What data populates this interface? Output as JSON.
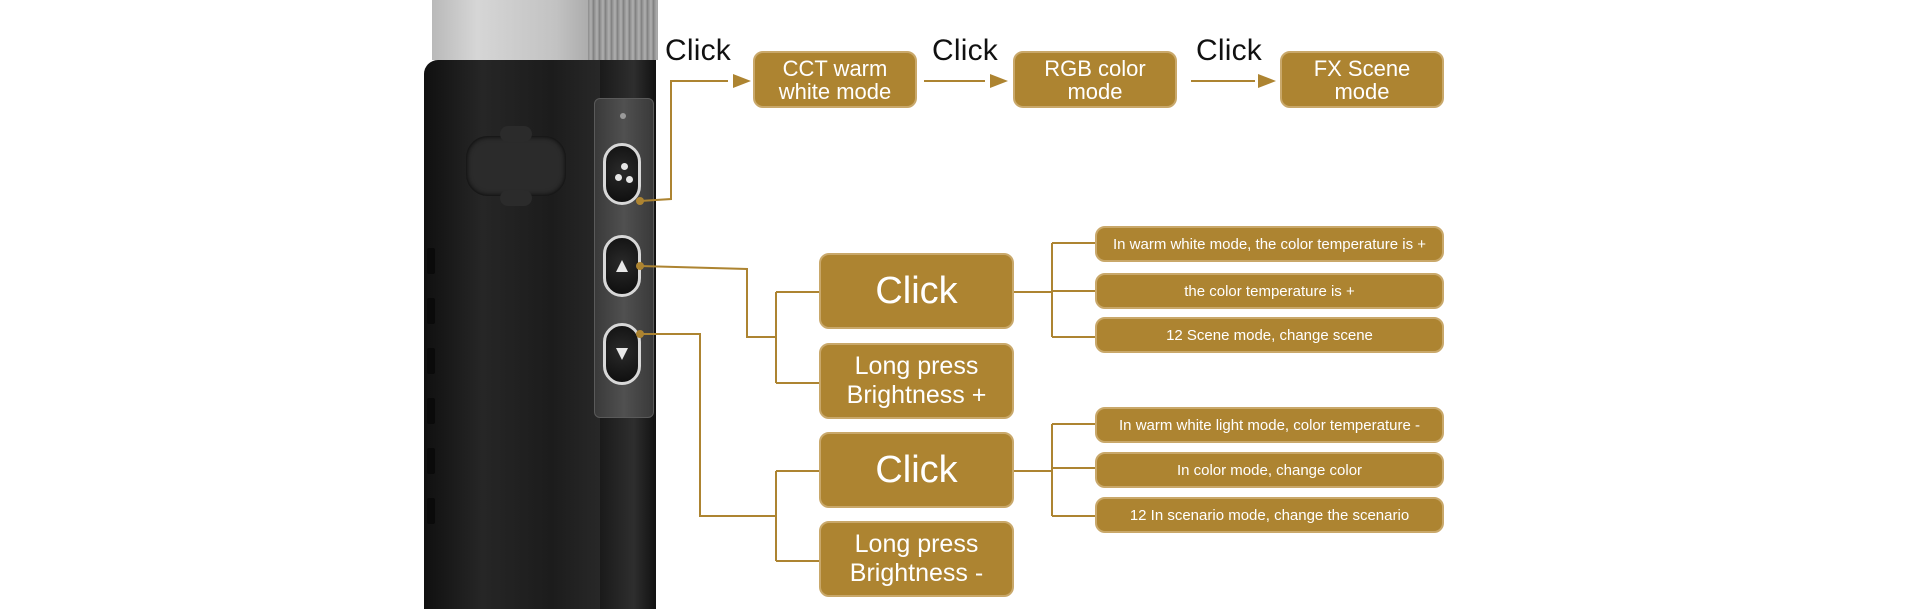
{
  "colors": {
    "accent": "#ad8431",
    "box_border": "#c9a86a",
    "connector": "#ad8431",
    "text_on_accent": "#ffffff"
  },
  "icons": [
    "three-dot-mode-button-icon",
    "triangle-up-button-icon",
    "triangle-down-button-icon",
    "arrow-right-icon",
    "status-led-icon"
  ],
  "mode_flow": {
    "click_labels": [
      "Click",
      "Click",
      "Click"
    ],
    "modes": [
      {
        "line1": "CCT warm",
        "line2": "white mode"
      },
      {
        "line1": "RGB color",
        "line2": "mode"
      },
      {
        "line1": "FX Scene",
        "line2": "mode"
      }
    ]
  },
  "up_button": {
    "click_label": "Click",
    "long_press": {
      "line1": "Long press",
      "line2": "Brightness +"
    },
    "actions": [
      "In warm white mode, the color temperature is +",
      "the color temperature is +",
      "12 Scene mode, change scene"
    ]
  },
  "down_button": {
    "click_label": "Click",
    "long_press": {
      "line1": "Long press",
      "line2": "Brightness -"
    },
    "actions": [
      "In warm white light mode, color temperature -",
      "In color mode, change color",
      "12 In scenario mode, change the scenario"
    ]
  }
}
